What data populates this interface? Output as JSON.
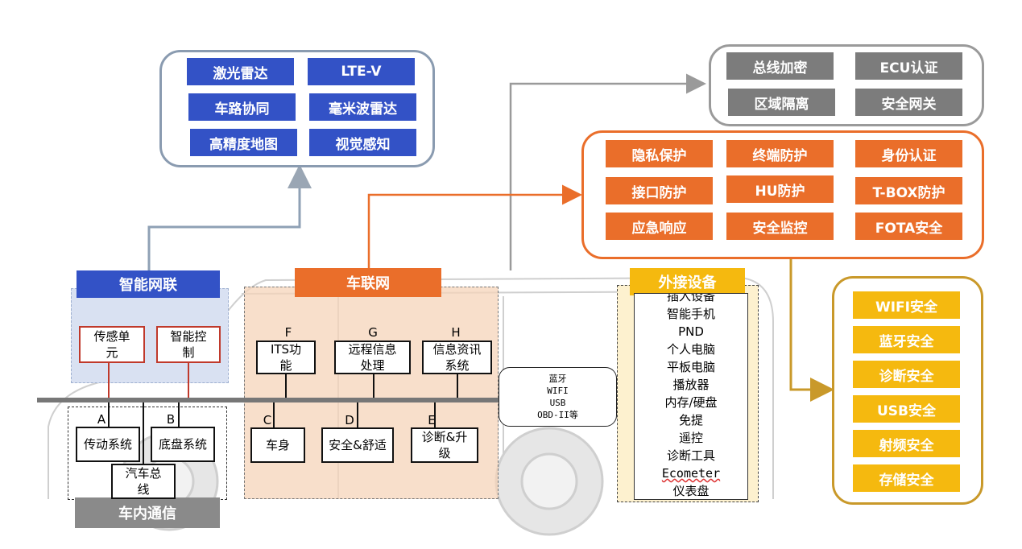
{
  "smart_network": {
    "title": "智能网联",
    "tiles": [
      "激光雷达",
      "LTE-V",
      "车路协同",
      "毫米波雷达",
      "高精度地图",
      "视觉感知"
    ],
    "modules": [
      "传感单元",
      "智能控制"
    ]
  },
  "bus_security": {
    "tiles": [
      "总线加密",
      "ECU认证",
      "区域隔离",
      "安全网关"
    ]
  },
  "connected_security": {
    "tiles": [
      "隐私保护",
      "终端防护",
      "身份认证",
      "接口防护",
      "HU防护",
      "T-BOX防护",
      "应急响应",
      "安全监控",
      "FOTA安全"
    ]
  },
  "device_security": {
    "tiles": [
      "WIFI安全",
      "蓝牙安全",
      "诊断安全",
      "USB安全",
      "射频安全",
      "存储安全"
    ]
  },
  "vehicle_network": {
    "title": "车联网",
    "modules": [
      {
        "letter": "F",
        "label": "ITS功能"
      },
      {
        "letter": "G",
        "label": "远程信息处理"
      },
      {
        "letter": "H",
        "label": "信息资讯系统"
      },
      {
        "letter": "C",
        "label": "车身"
      },
      {
        "letter": "D",
        "label": "安全&舒适"
      },
      {
        "letter": "E",
        "label": "诊断&升级"
      }
    ]
  },
  "in_vehicle": {
    "title": "车内通信",
    "modules": [
      {
        "letter": "A",
        "label": "传动系统"
      },
      {
        "letter": "B",
        "label": "底盘系统"
      }
    ],
    "bus": "汽车总线"
  },
  "interfaces": {
    "items": [
      "蓝牙",
      "WIFI",
      "USB",
      "OBD-II等"
    ]
  },
  "external_devices": {
    "title": "外接设备",
    "items": [
      "插入设备",
      "智能手机",
      "PND",
      "个人电脑",
      "平板电脑",
      "播放器",
      "内存/硬盘",
      "免提",
      "遥控",
      "诊断工具",
      "Ecometer",
      "仪表盘"
    ]
  },
  "colors": {
    "blue": "#3352c6",
    "gray": "#7c7c7c",
    "orange": "#ea6e2a",
    "yellow": "#f5b90f",
    "border_blue": "#8a9bb0",
    "border_gray": "#9a9a9a"
  }
}
